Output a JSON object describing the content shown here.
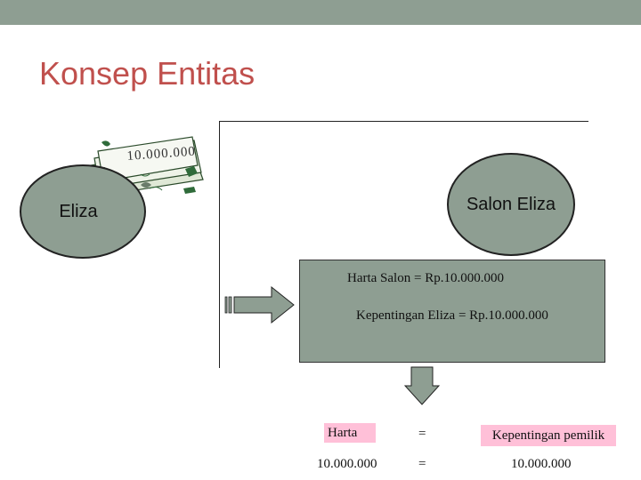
{
  "slide": {
    "title": "Konsep Entitas",
    "money_amount": "10.000.000",
    "owner": "Eliza",
    "entity": "Salon Eliza",
    "box": {
      "line1": "Harta Salon = Rp.10.000.000",
      "line2": "Kepentingan Eliza = Rp.10.000.000"
    },
    "equation": {
      "left_label": "Harta",
      "operator": "=",
      "right_label": "Kepentingan pemilik",
      "left_value": "10.000.000",
      "right_value": "10.000.000"
    }
  },
  "colors": {
    "title": "#c0504d",
    "shape_fill": "#8e9e92",
    "highlight": "#ffc0d8"
  },
  "icons": [
    "money-stack-icon",
    "arrow-right-icon",
    "arrow-down-icon"
  ]
}
